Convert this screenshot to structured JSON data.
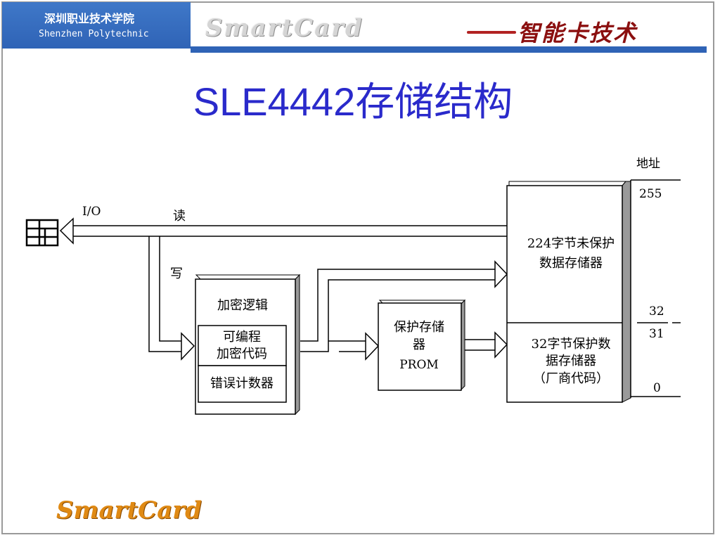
{
  "header": {
    "school_cn": "深圳职业技术学院",
    "school_en": "Shenzhen Polytechnic",
    "logo": "SmartCard",
    "tagline": "智能卡技术"
  },
  "title": "SLE4442存储结构",
  "diagram": {
    "io_label": "I/O",
    "read_label": "读",
    "write_label": "写",
    "address_label": "地址",
    "crypto_block": {
      "title": "加密逻辑",
      "prog_line1": "可编程",
      "prog_line2": "加密代码",
      "error_counter": "错误计数器"
    },
    "prom_block": {
      "line1": "保护存储",
      "line2": "器",
      "line3": "PROM"
    },
    "unprotected_memory": {
      "line1": "224字节未保护",
      "line2": "数据存储器"
    },
    "protected_memory": {
      "line1": "32字节保护数",
      "line2": "据存储器",
      "line3": "（厂商代码）"
    },
    "addresses": {
      "top": "255",
      "mid_upper": "32",
      "mid_lower": "31",
      "bottom": "0"
    }
  },
  "footer": {
    "logo": "SmartCard"
  },
  "colors": {
    "header_blue": "#2f63b6",
    "title_blue": "#2a2acb",
    "footer_orange": "#e08a14"
  }
}
